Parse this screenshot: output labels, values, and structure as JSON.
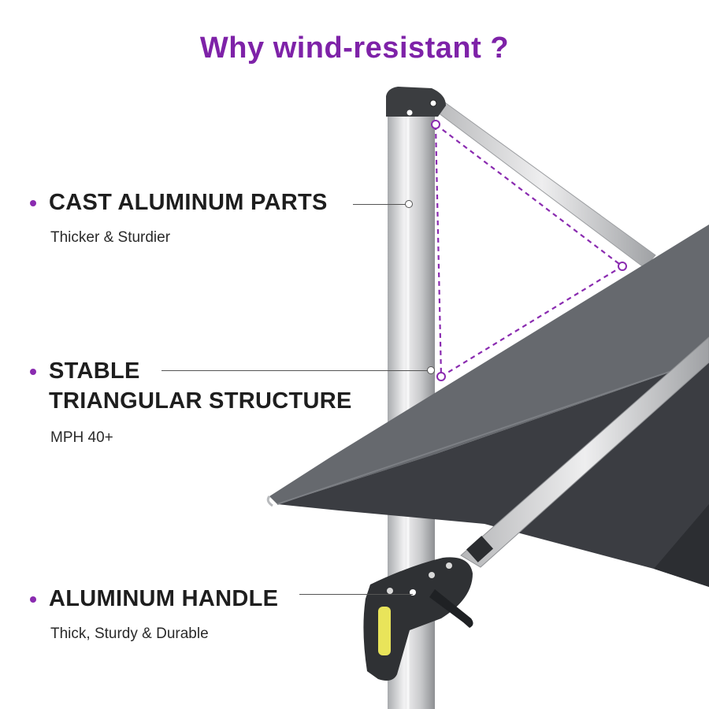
{
  "title": "Why wind-resistant ?",
  "features": [
    {
      "heading": "CAST ALUMINUM PARTS",
      "subtext": "Thicker & Sturdier"
    },
    {
      "heading_line1": "STABLE",
      "heading_line2": "TRIANGULAR STRUCTURE",
      "subtext": "MPH 40+"
    },
    {
      "heading": "ALUMINUM HANDLE",
      "subtext": "Thick, Sturdy & Durable"
    }
  ],
  "colors": {
    "title": "#7e22a8",
    "bullet": "#8a2bb0",
    "triangle_outline": "#8a2bb0",
    "canopy": "#606368",
    "pole": "#d9dadc"
  }
}
